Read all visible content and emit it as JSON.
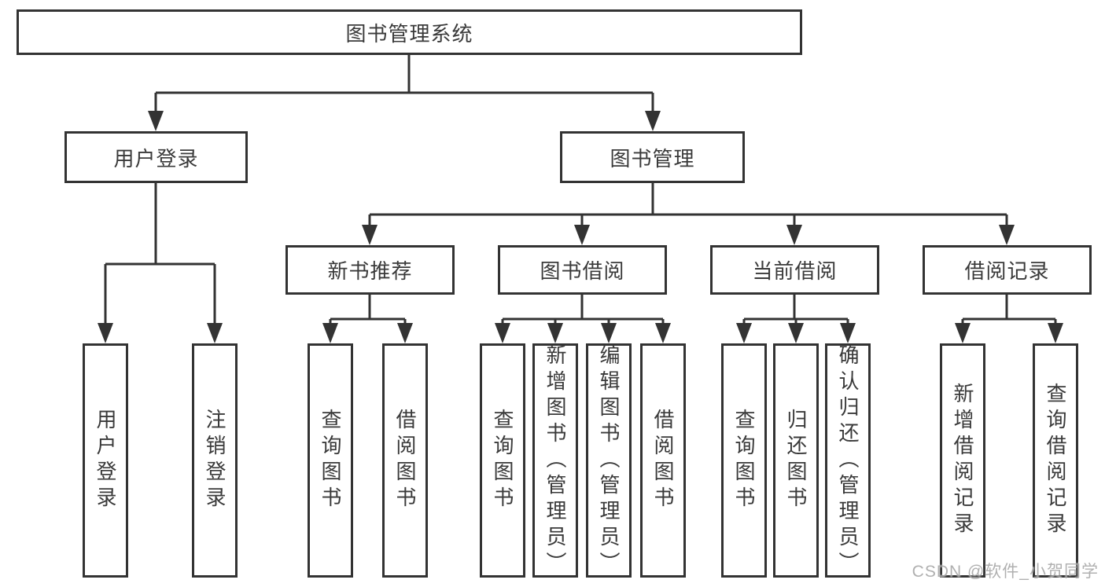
{
  "diagram": {
    "root_label": "图书管理系统",
    "level2": [
      {
        "label": "用户登录"
      },
      {
        "label": "图书管理"
      }
    ],
    "level3": [
      {
        "label": "新书推荐"
      },
      {
        "label": "图书借阅"
      },
      {
        "label": "当前借阅"
      },
      {
        "label": "借阅记录"
      }
    ],
    "leaves": {
      "user_login": [
        {
          "label": "用户登录"
        },
        {
          "label": "注销登录"
        }
      ],
      "new_book": [
        {
          "label": "查询图书"
        },
        {
          "label": "借阅图书"
        }
      ],
      "book_borrow": [
        {
          "label": "查询图书"
        },
        {
          "label": "新增图书（管理员）"
        },
        {
          "label": "编辑图书（管理员）"
        },
        {
          "label": "借阅图书"
        }
      ],
      "current_borrow": [
        {
          "label": "查询图书"
        },
        {
          "label": "归还图书"
        },
        {
          "label": "确认归还（管理员）"
        }
      ],
      "borrow_records": [
        {
          "label": "新增借阅记录"
        },
        {
          "label": "查询借阅记录"
        }
      ]
    }
  },
  "watermark": {
    "text": "CSDN @软件_小贺同学"
  },
  "colors": {
    "line": "#333333",
    "text": "#3a3a3a",
    "box_bg": "#ffffff",
    "watermark": "#a8a8a8"
  }
}
